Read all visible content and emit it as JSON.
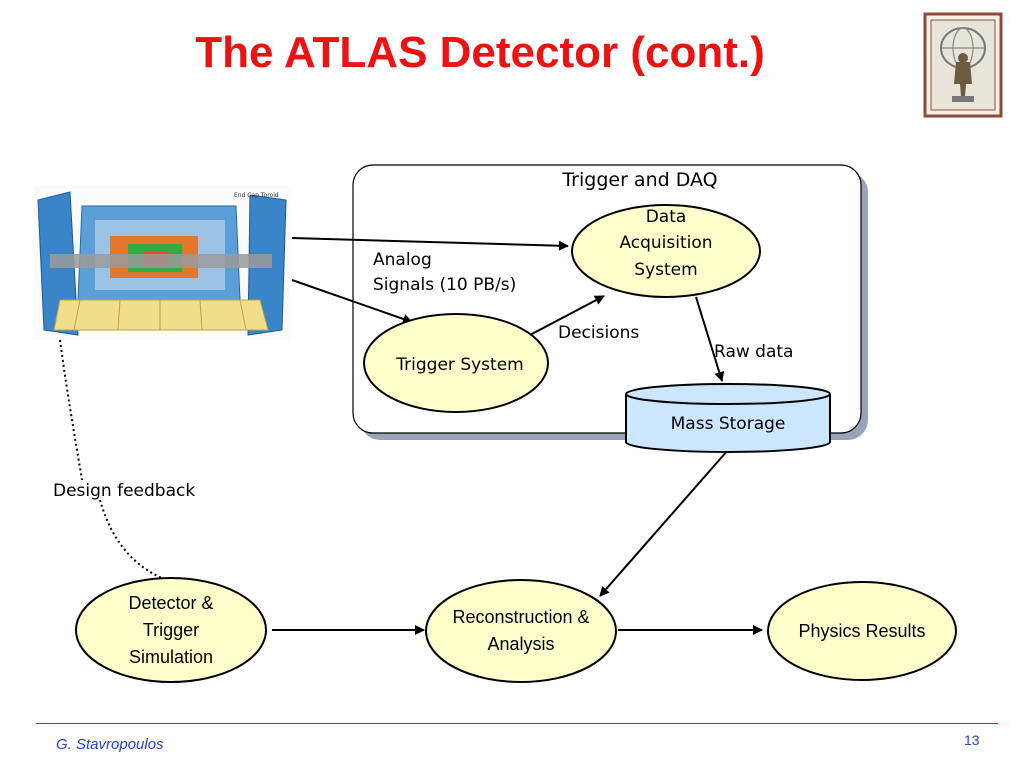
{
  "slide": {
    "title": "The ATLAS Detector (cont.)",
    "author": "G. Stavropoulos",
    "page_number": "13"
  },
  "diagram": {
    "daq_box_label": "Trigger and DAQ",
    "nodes": {
      "data_acquisition": [
        "Data",
        "Acquisition",
        "System"
      ],
      "trigger_system": "Trigger System",
      "mass_storage": "Mass Storage",
      "detector_simulation": [
        "Detector &",
        "Trigger",
        "Simulation"
      ],
      "reconstruction": [
        "Reconstruction &",
        "Analysis"
      ],
      "physics_results": "Physics Results"
    },
    "edge_labels": {
      "analog_signals": [
        "Analog",
        "Signals (10 PB/s)"
      ],
      "decisions": "Decisions",
      "raw_data": "Raw data",
      "design_feedback": "Design feedback"
    },
    "detector_image_caption": "End Cap Toroid",
    "colors": {
      "title": "#ee1111",
      "node_fill": "#ffffcc",
      "storage_fill": "#cce6ff",
      "footer_text": "#2244cc"
    }
  }
}
